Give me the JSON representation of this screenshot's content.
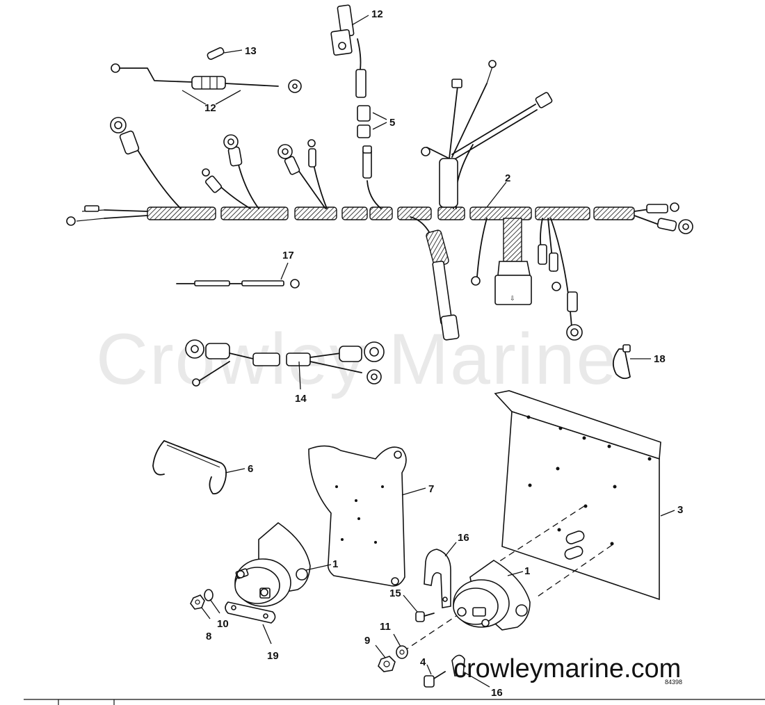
{
  "watermark": "Crowley Marine",
  "website": "crowleymarine.com",
  "figure_code": "84398",
  "callouts": {
    "c12_top": "12",
    "c13": "13",
    "c12_fuse": "12",
    "c5": "5",
    "c2": "2",
    "c17": "17",
    "c18": "18",
    "c14": "14",
    "c6": "6",
    "c7": "7",
    "c3": "3",
    "c16_clamp": "16",
    "c1_left": "1",
    "c1_right": "1",
    "c15": "15",
    "c8": "8",
    "c10": "10",
    "c19": "19",
    "c11": "11",
    "c9": "9",
    "c4": "4",
    "c16_bottom": "16"
  }
}
